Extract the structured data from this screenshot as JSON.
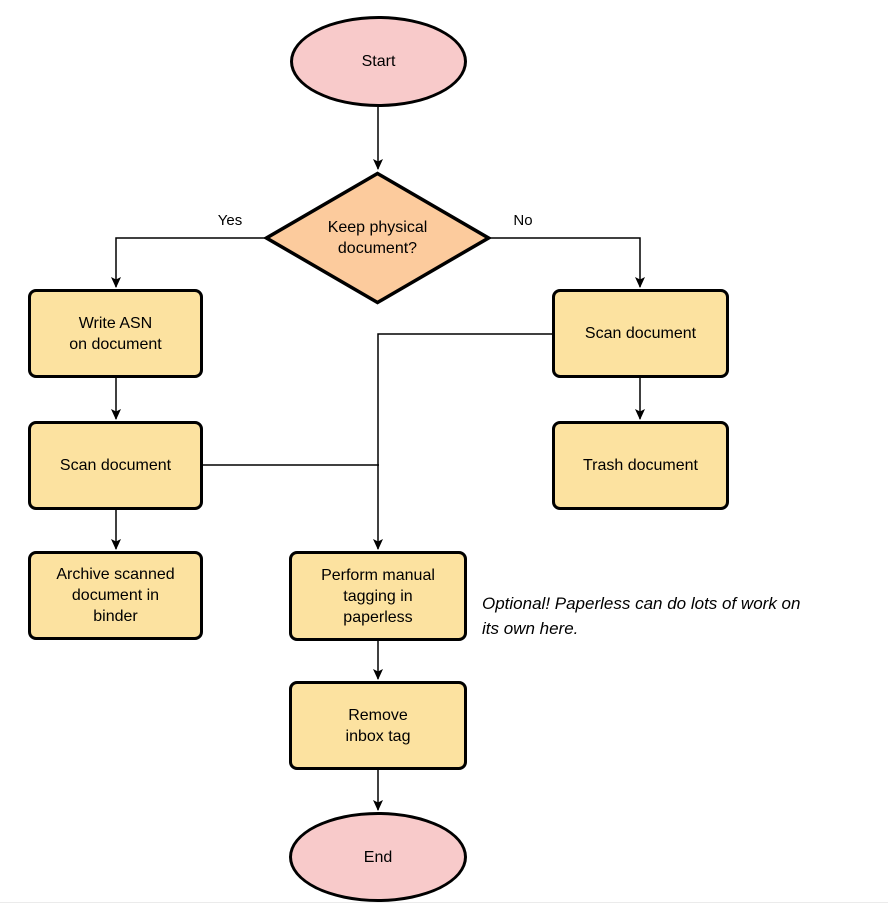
{
  "diagram": {
    "nodes": {
      "start": {
        "label": "Start",
        "type": "terminal"
      },
      "decision": {
        "label": "Keep physical\ndocument?",
        "type": "decision"
      },
      "write_asn": {
        "label": "Write ASN\non document",
        "type": "process"
      },
      "scan_left": {
        "label": "Scan document",
        "type": "process"
      },
      "archive": {
        "label": "Archive scanned\ndocument in\nbinder",
        "type": "process"
      },
      "scan_right": {
        "label": "Scan document",
        "type": "process"
      },
      "trash": {
        "label": "Trash document",
        "type": "process"
      },
      "tagging": {
        "label": "Perform manual\ntagging in\npaperless",
        "type": "process"
      },
      "remove_inbox": {
        "label": "Remove\ninbox tag",
        "type": "process"
      },
      "end": {
        "label": "End",
        "type": "terminal"
      }
    },
    "edge_labels": {
      "yes": "Yes",
      "no": "No"
    },
    "note": "Optional! Paperless can do lots of work on\nits own here.",
    "colors": {
      "terminal_fill": "#f8caca",
      "decision_fill": "#fccb9d",
      "process_fill": "#fce2a0",
      "stroke": "#000000"
    }
  }
}
